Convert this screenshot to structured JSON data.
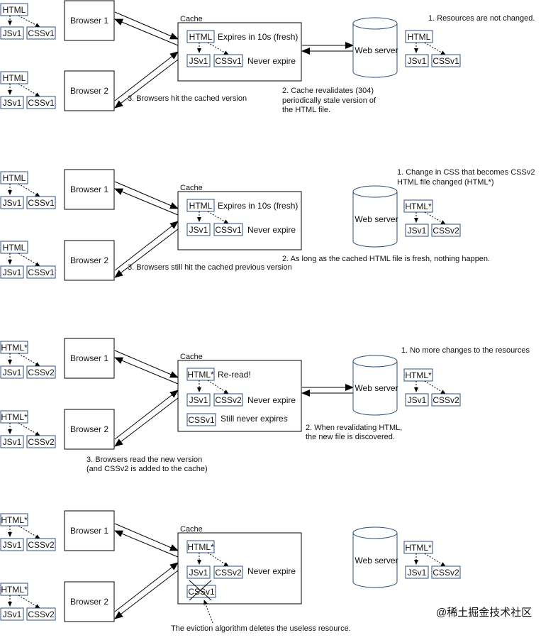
{
  "labels": {
    "html": "HTML",
    "html_star": "HTML*",
    "jsv1": "JSv1",
    "cssv1": "CSSv1",
    "cssv2": "CSSv2",
    "browser1": "Browser 1",
    "browser2": "Browser 2",
    "cache": "Cache",
    "web_server": "Web server",
    "expires_fresh": "Expires in 10s (fresh)",
    "never_expire": "Never expire",
    "reread": "Re-read!",
    "still_never": "Still never expires"
  },
  "scenarios": [
    {
      "notes": {
        "n1": "1. Resources are not changed.",
        "n2": [
          "2. Cache revalidates (304)",
          "periodically stale version of",
          "the HTML file."
        ],
        "n3": "3. Browsers hit the cached version"
      }
    },
    {
      "notes": {
        "n1": [
          "1. Change in CSS that becomes CSSv2",
          "HTML file changed (HTML*)"
        ],
        "n2": "2. As long as the cached HTML file is fresh, nothing happen.",
        "n3": "3. Browsers still hit the cached previous version"
      }
    },
    {
      "notes": {
        "n1": "1. No more changes to the resources",
        "n2": [
          "2. When revalidating HTML,",
          "the new file is discovered."
        ],
        "n3": [
          "3. Browsers read the new version",
          "(and CSSv2 is added to the cache)"
        ]
      }
    },
    {
      "notes": {
        "n4": "The eviction algorithm deletes the useless resource."
      }
    }
  ],
  "watermark": "@稀土掘金技术社区",
  "colors": {
    "blue": "#2c4f7c",
    "black": "#000000",
    "watermark": "#c8c8c8"
  }
}
